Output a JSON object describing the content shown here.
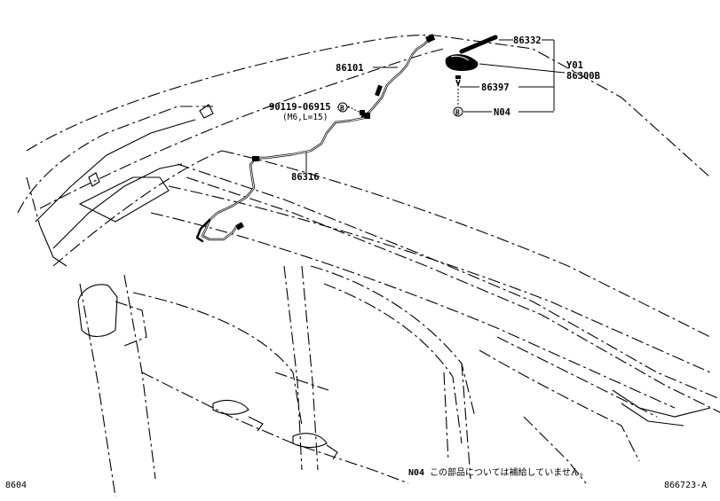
{
  "parts": {
    "p86332": "86332",
    "y01": "Y01",
    "p86300b": "86300B",
    "p86101": "86101",
    "p86397": "86397",
    "bolt_part": "90119-06915",
    "bolt_spec": "(M6,L=15)",
    "n04": "N04",
    "p86316": "86316"
  },
  "markers": {
    "bolt_marker": "B",
    "n04_marker": "B"
  },
  "footer": {
    "left_code": "8604",
    "note_code": "N04",
    "note_text": "この部品については補給していません。",
    "figure_id": "866723-A"
  }
}
